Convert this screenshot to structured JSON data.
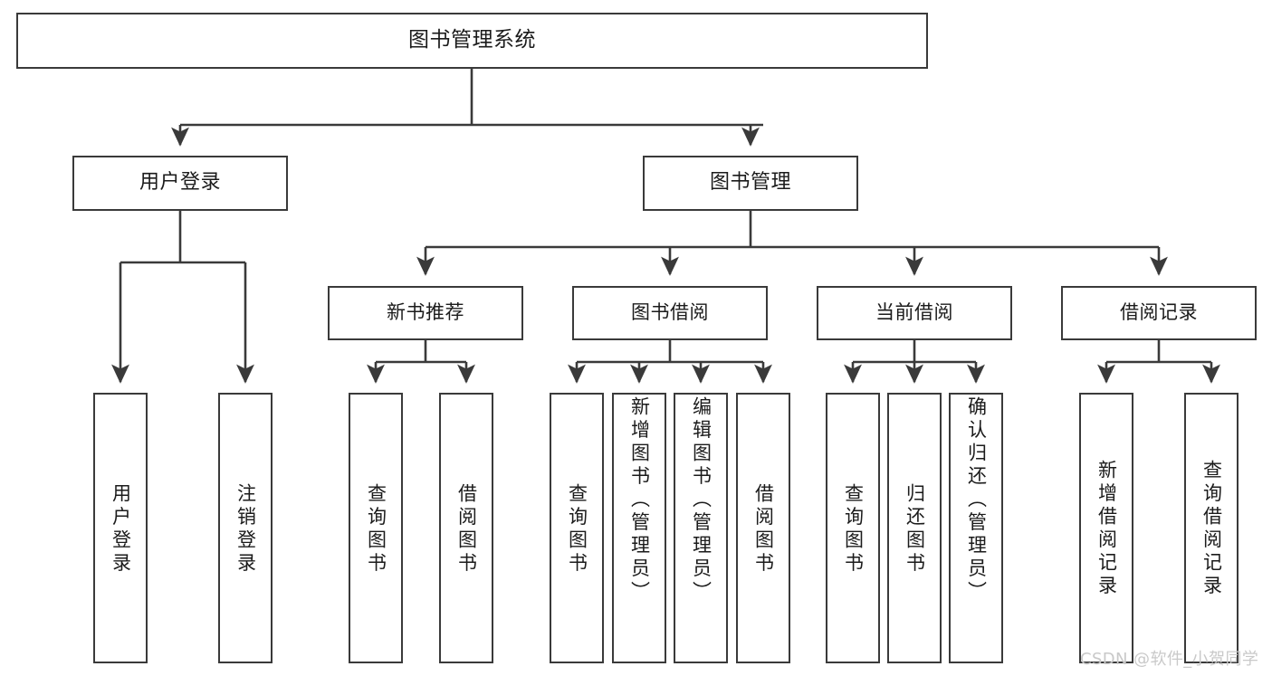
{
  "diagram": {
    "title_node": {
      "label": "图书管理系统"
    },
    "level2": [
      {
        "label": "用户登录"
      },
      {
        "label": "图书管理"
      }
    ],
    "level3": [
      {
        "label": "新书推荐"
      },
      {
        "label": "图书借阅"
      },
      {
        "label": "当前借阅"
      },
      {
        "label": "借阅记录"
      }
    ],
    "leaves": {
      "user_login": [
        {
          "label": "用户登录"
        },
        {
          "label": "注销登录"
        }
      ],
      "new_book": [
        {
          "label": "查询图书"
        },
        {
          "label": "借阅图书"
        }
      ],
      "book_borrow": [
        {
          "label": "查询图书"
        },
        {
          "label": "新增图书（管理员）"
        },
        {
          "label": "编辑图书（管理员）"
        },
        {
          "label": "借阅图书"
        }
      ],
      "current_borrow": [
        {
          "label": "查询图书"
        },
        {
          "label": "归还图书"
        },
        {
          "label": "确认归还（管理员）"
        }
      ],
      "borrow_record": [
        {
          "label": "新增借阅记录"
        },
        {
          "label": "查询借阅记录"
        }
      ]
    }
  },
  "watermark": {
    "text": "CSDN @软件_小贺同学"
  },
  "colors": {
    "border": "#3a3a3a",
    "text": "#1b1b1b",
    "background": "#ffffff",
    "watermark": "#c9c9c9"
  }
}
